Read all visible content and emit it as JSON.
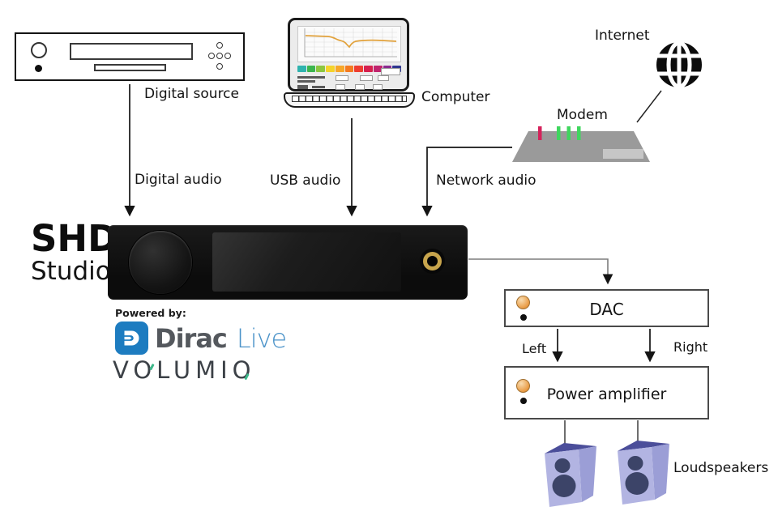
{
  "sources": {
    "digital_source_label": "Digital source",
    "computer_label": "Computer",
    "internet_label": "Internet",
    "modem_label": "Modem"
  },
  "connections": {
    "digital_audio_label": "Digital audio",
    "usb_audio_label": "USB audio",
    "network_audio_label": "Network audio",
    "left_channel_label": "Left",
    "right_channel_label": "Right"
  },
  "device": {
    "model": "SHD",
    "variant": "Studio",
    "powered_by": "Powered by:",
    "dirac_word": "Dirac",
    "dirac_live_word": "Live",
    "volumio_word": "VOLUMIO"
  },
  "output_chain": {
    "dac_label": "DAC",
    "power_amp_label": "Power amplifier",
    "loudspeakers_label": "Loudspeakers"
  },
  "computer_screen": {
    "eq_curve_color": "#e2a23c",
    "eq_band_colors": [
      "#2fb3ae",
      "#3cb54e",
      "#8cc63f",
      "#f4d32b",
      "#f7a729",
      "#f47a20",
      "#ee3d30",
      "#d6204e",
      "#c0246d",
      "#8a2b8f",
      "#2f3690"
    ]
  },
  "colors": {
    "dirac_blue": "#1d7cc0",
    "dirac_text_gray": "#54585d",
    "dirac_live_blue": "#4b93c9",
    "volumio_gray": "#3c4147",
    "volumio_tick_green": "#3db88a",
    "modem_body": "#9a9a9a",
    "modem_led_red": "#d5225b",
    "modem_led_green": "#3fd65e",
    "knob_orange": "#e8963c",
    "jack_gold": "#c7a44c",
    "speaker_front": "#b2b4e2",
    "speaker_top": "#4b4e9a",
    "speaker_side": "#9b9ed6",
    "speaker_cone": "#3c4468"
  },
  "icons": {
    "internet": "globe-icon",
    "dirac_badge": "dirac-arrow-d-icon",
    "device_knob": "volume-knob",
    "headphone_jack": "headphone-jack"
  }
}
